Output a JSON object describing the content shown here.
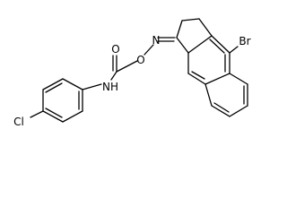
{
  "atoms": {
    "oxygen_carbonyl": "O",
    "oxygen_ether": "O",
    "nitrogen_oxime": "N",
    "nitrogen_amide": "NH",
    "bromine": "Br",
    "chlorine": "Cl"
  }
}
